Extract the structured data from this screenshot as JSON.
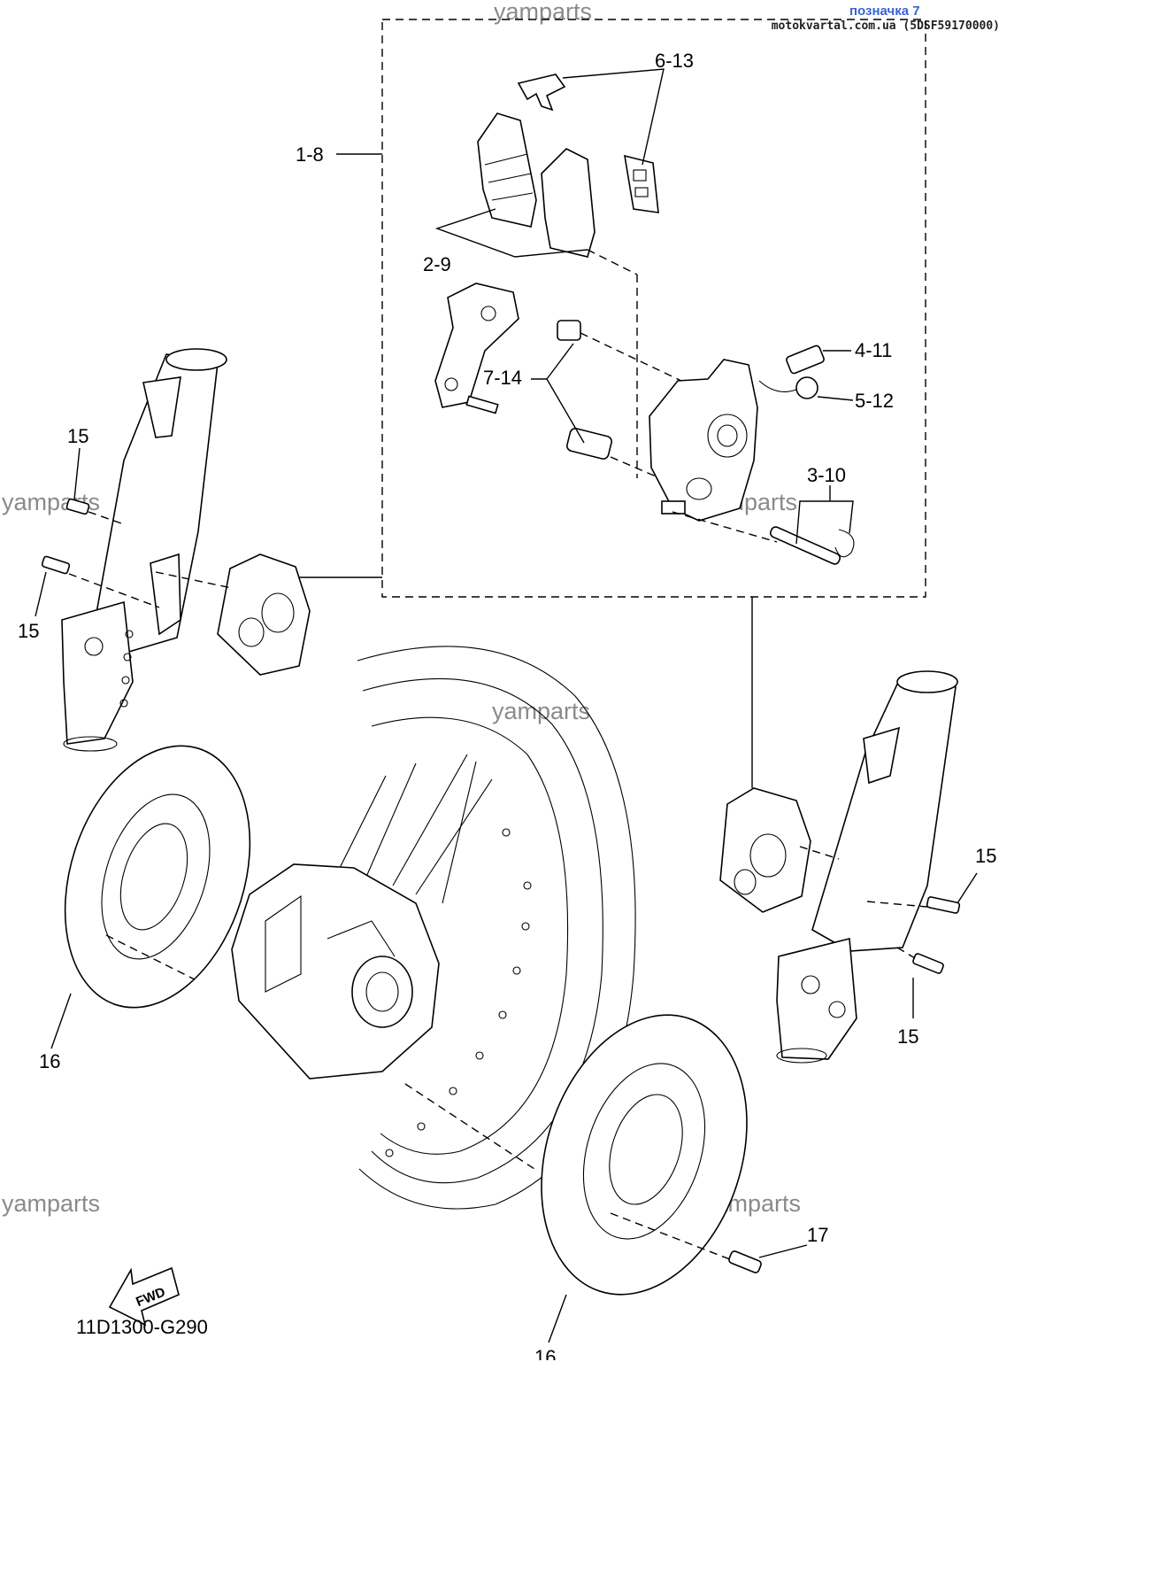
{
  "header": {
    "mark_label": "позначка 7",
    "source_line": "motokvartal.com.ua (5DSF59170000)"
  },
  "watermark": "yamparts",
  "callouts": {
    "c1_8": "1-8",
    "c2_9": "2-9",
    "c3_10": "3-10",
    "c4_11": "4-11",
    "c5_12": "5-12",
    "c6_13": "6-13",
    "c7_14": "7-14",
    "c15": "15",
    "c16": "16",
    "c17": "17"
  },
  "fwd_label": "FWD",
  "diagram_code": "11D1300-G290"
}
